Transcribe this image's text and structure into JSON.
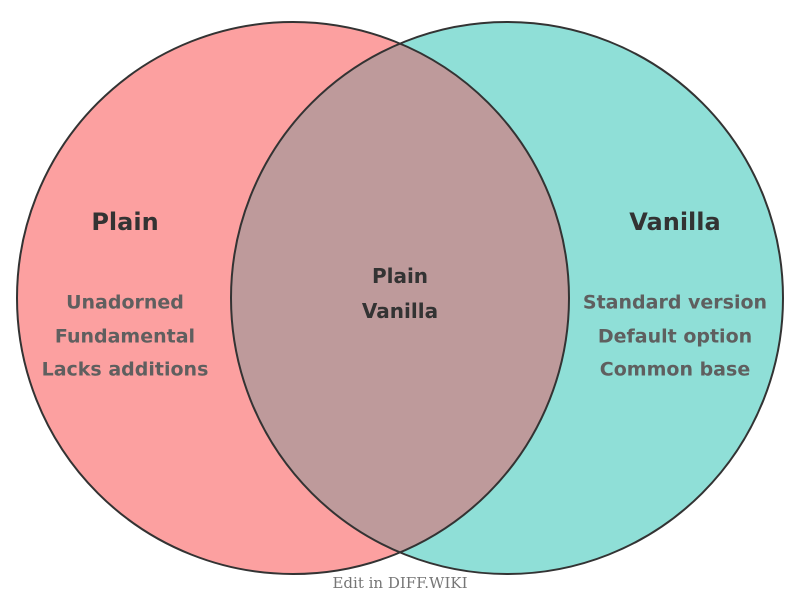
{
  "diagram": {
    "type": "venn",
    "background": "#ffffff",
    "outline_color": "#333333",
    "left": {
      "title": "Plain",
      "fill": "#FCA0A0",
      "items": [
        "Unadorned",
        "Fundamental",
        "Lacks additions"
      ]
    },
    "right": {
      "title": "Vanilla",
      "fill": "#8FDFD7",
      "items": [
        "Standard version",
        "Default option",
        "Common base"
      ]
    },
    "overlap": {
      "fill": "#BE9A9B",
      "items": [
        "Plain",
        "Vanilla"
      ]
    }
  },
  "footer": {
    "caption": "Edit in DIFF.WIKI"
  },
  "chart_data": {
    "type": "venn",
    "title": "",
    "sets": [
      {
        "label": "Plain",
        "color": "#FCA0A0",
        "exclusive_items": [
          "Unadorned",
          "Fundamental",
          "Lacks additions"
        ]
      },
      {
        "label": "Vanilla",
        "color": "#8FDFD7",
        "exclusive_items": [
          "Standard version",
          "Default option",
          "Common base"
        ]
      }
    ],
    "intersection": {
      "labels": [
        "Plain",
        "Vanilla"
      ],
      "color": "#BE9A9B"
    },
    "caption": "Edit in DIFF.WIKI"
  }
}
